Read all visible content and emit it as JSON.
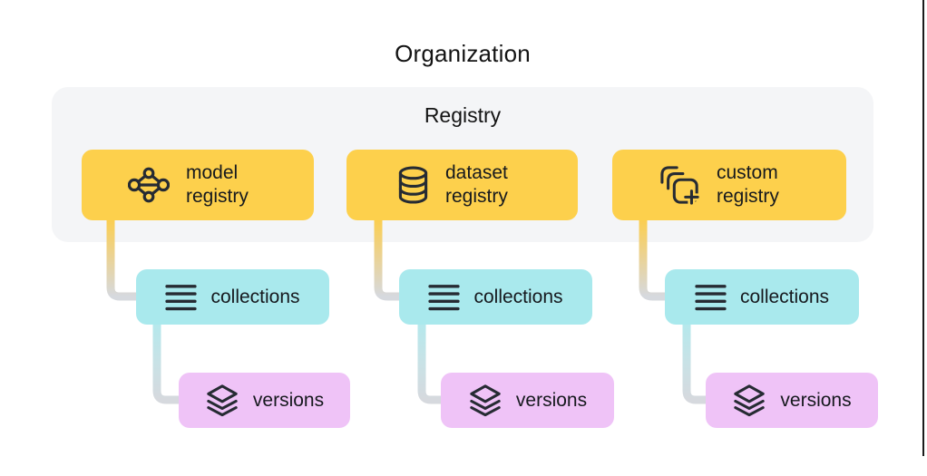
{
  "title": "Organization",
  "panel": {
    "label": "Registry"
  },
  "columns": [
    {
      "registry": {
        "label": "model registry",
        "icon": "model-registry-icon"
      },
      "collections": {
        "label": "collections",
        "icon": "collections-list-icon"
      },
      "versions": {
        "label": "versions",
        "icon": "versions-layers-icon"
      }
    },
    {
      "registry": {
        "label": "dataset registry",
        "icon": "dataset-registry-icon"
      },
      "collections": {
        "label": "collections",
        "icon": "collections-list-icon"
      },
      "versions": {
        "label": "versions",
        "icon": "versions-layers-icon"
      }
    },
    {
      "registry": {
        "label": "custom registry",
        "icon": "custom-registry-icon"
      },
      "collections": {
        "label": "collections",
        "icon": "collections-list-icon"
      },
      "versions": {
        "label": "versions",
        "icon": "versions-layers-icon"
      }
    }
  ],
  "colors": {
    "registry_box": "#FDD04C",
    "collections_box": "#A9E9ED",
    "versions_box": "#EFC3F7",
    "panel_bg": "#F4F5F7",
    "connector_gray": "#D6D9DE",
    "connector_yellow": "#FBCE4F",
    "connector_cyan": "#B5E8EC",
    "ink": "#262B33"
  }
}
